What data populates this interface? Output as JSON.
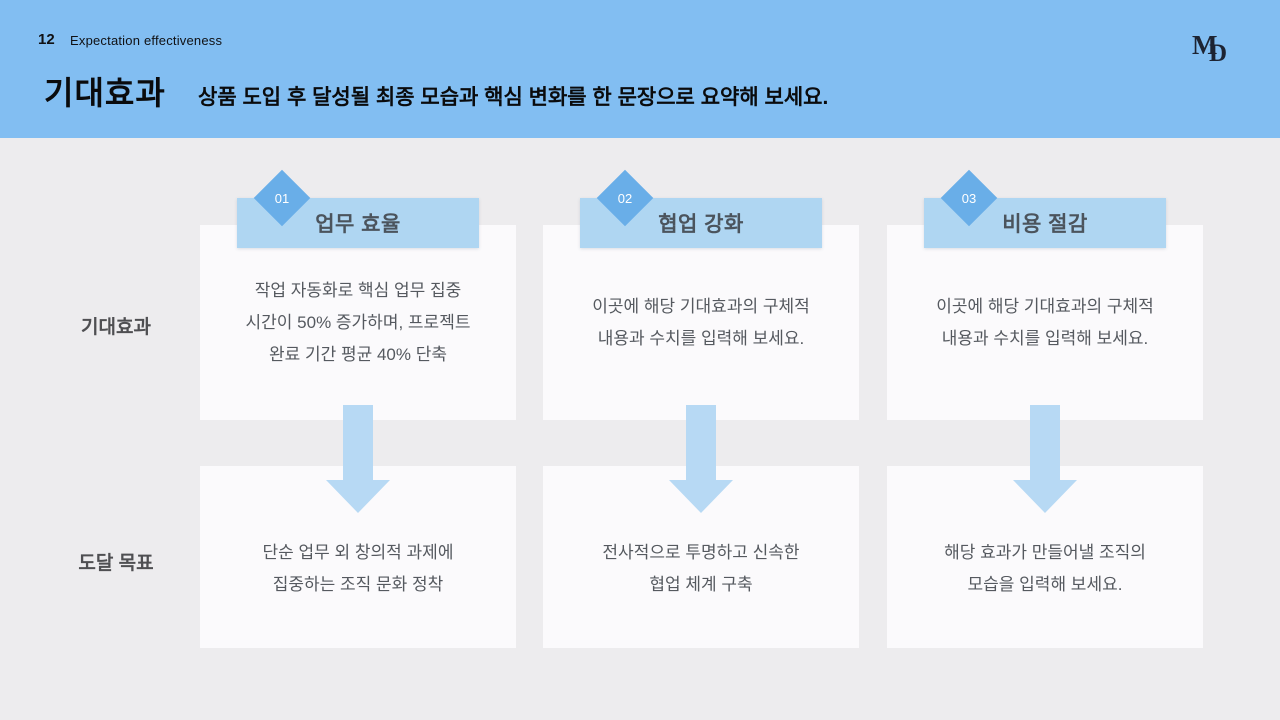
{
  "header": {
    "page_number": "12",
    "label": "Expectation effectiveness",
    "title": "기대효과",
    "subtitle": "상품 도입 후 달성될 최종 모습과 핵심 변화를 한 문장으로 요약해 보세요.",
    "logo_m": "M",
    "logo_d": "D"
  },
  "rows": [
    {
      "label": "기대효과"
    },
    {
      "label": "도달 목표"
    }
  ],
  "columns": [
    {
      "number": "01",
      "title": "업무 효율",
      "effect": "작업 자동화로 핵심 업무 집중\n시간이 50% 증가하며, 프로젝트\n완료 기간 평균 40% 단축",
      "goal": "단순 업무 외 창의적 과제에\n집중하는 조직 문화 정착"
    },
    {
      "number": "02",
      "title": "협업 강화",
      "effect": "이곳에 해당 기대효과의 구체적\n내용과 수치를 입력해 보세요.",
      "goal": "전사적으로 투명하고 신속한\n협업 체계 구축"
    },
    {
      "number": "03",
      "title": "비용 절감",
      "effect": "이곳에 해당 기대효과의 구체적\n내용과 수치를 입력해 보세요.",
      "goal": "해당 효과가 만들어낼 조직의\n모습을 입력해 보세요."
    }
  ],
  "colors": {
    "header_blue": "#82BEF2",
    "banner_blue": "#AFD6F2",
    "diamond_blue": "#69AEE8",
    "arrow_blue": "#B7D9F4",
    "card_background": "#FBFAFC",
    "page_background": "#EDECEE"
  }
}
